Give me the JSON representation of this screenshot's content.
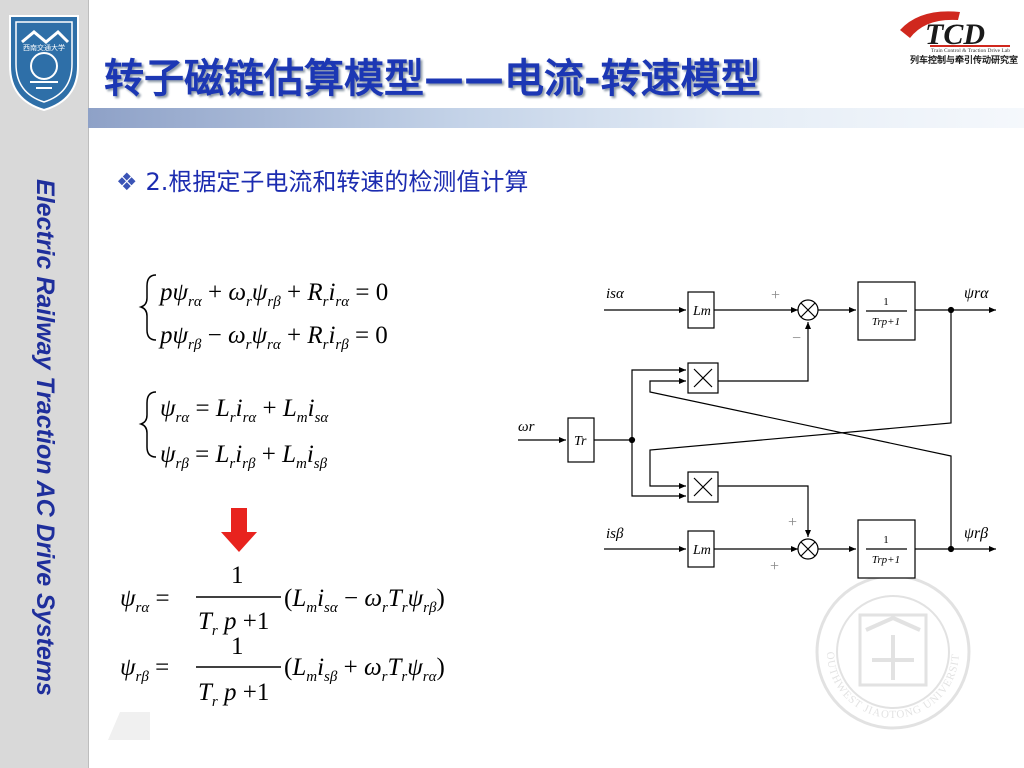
{
  "slide": {
    "title": "转子磁链估算模型——电流-转速模型",
    "sidebar_title": "Electric Railway Traction AC Drive Systems",
    "bullet_glyph": "❖",
    "bullet_text": "2.根据定子电流和转速的检测值计算"
  },
  "logo_tcd": {
    "wordmark": "TCD",
    "subtitle_en": "Train Control & Traction Drive Lab",
    "subtitle_cn": "列车控制与牵引传动研究室"
  },
  "logo_university": {
    "cn": "西南交通大学"
  },
  "watermark": {
    "text": "SOUTHWEST JIAOTONG UNIVERSITY"
  },
  "equations": {
    "eq1": {
      "line1": "pψ_rα + ω_r ψ_rβ + R_r i_rα = 0",
      "line2": "pψ_rβ − ω_r ψ_rα + R_r i_rβ = 0"
    },
    "eq2": {
      "line1": "ψ_rα = L_r i_rα + L_m i_sα",
      "line2": "ψ_rβ = L_r i_rβ + L_m i_sβ"
    },
    "eq3": {
      "line1": "ψ_rα = 1/(T_r p + 1) (L_m i_sα − ω_r T_r ψ_rβ)",
      "line2": "ψ_rβ = 1/(T_r p + 1) (L_m i_sβ + ω_r T_r ψ_rα)"
    }
  },
  "diagram": {
    "inputs": {
      "i_salpha": "isα",
      "i_sbeta": "isβ",
      "omega_r": "ωr"
    },
    "outputs": {
      "psi_ralpha": "ψrα",
      "psi_rbeta": "ψrβ"
    },
    "blocks": {
      "Lm": "Lm",
      "Tr": "Tr",
      "tf_num": "1",
      "tf_den": "Trp+1"
    },
    "signs": {
      "plus": "+",
      "minus": "−"
    }
  },
  "colors": {
    "title": "#1c37b4",
    "sidebar_text": "#1f2f9c",
    "bullet": "#1c2cb0",
    "arrow": "#e8231e",
    "logo_red": "#d0281e",
    "logo_blue": "#2e6fa8"
  }
}
